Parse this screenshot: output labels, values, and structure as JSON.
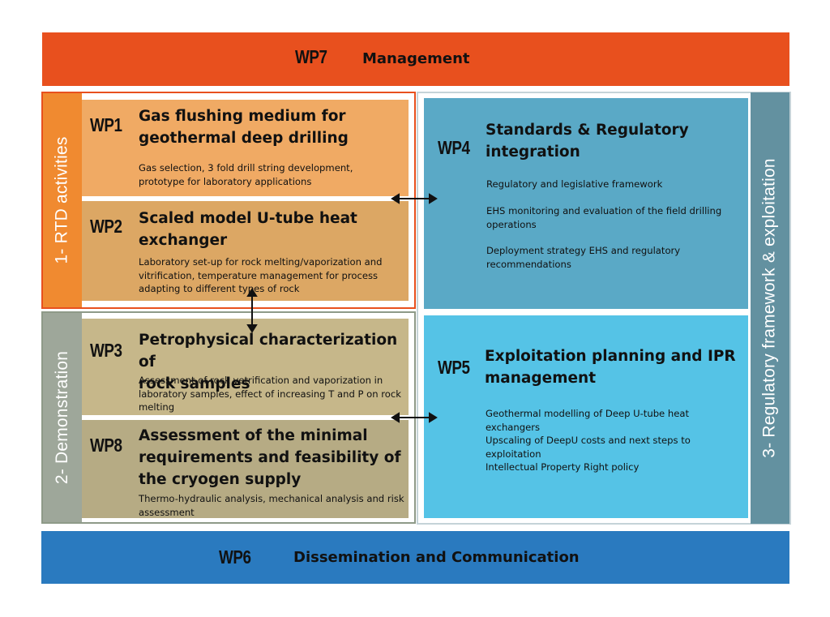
{
  "colors": {
    "wp7": "#e8501e",
    "wp6": "#2a7abf",
    "rtd_side": "#f08a30",
    "rtd_border": "#e8501e",
    "demo_side": "#9ea79a",
    "demo_border": "#8e9a88",
    "reg_side": "#6391a0",
    "wp1": "#f0aa64",
    "wp2": "#dca764",
    "wp3": "#c6b78a",
    "wp8": "#b6ab84",
    "wp4": "#5aa9c6",
    "wp5": "#55c3e6",
    "arrow": "#111111"
  },
  "wp7": {
    "code": "WP7",
    "title": "Management"
  },
  "wp6": {
    "code": "WP6",
    "title": "Dissemination and Communication"
  },
  "side_labels": {
    "rtd": "1- RTD activities",
    "demo": "2- Demonstration",
    "regulatory": "3- Regulatory framework & exploitation"
  },
  "wp1": {
    "code": "WP1",
    "title_lines": [
      "Gas flushing medium for",
      "geothermal deep drilling"
    ],
    "desc_lines": [
      "Gas selection, 3 fold drill string development,",
      "prototype for laboratory applications"
    ]
  },
  "wp2": {
    "code": "WP2",
    "title_lines": [
      "Scaled model U-tube heat",
      "exchanger"
    ],
    "desc_lines": [
      "Laboratory set-up for rock melting/vaporization and",
      "vitrification, temperature management for process",
      "adapting to different types of rock"
    ]
  },
  "wp3": {
    "code": "WP3",
    "title_lines": [
      "Petrophysical characterization of",
      "rock samples"
    ],
    "desc_lines": [
      "Assessment of rock vetrification and vaporization in",
      "laboratory samples, effect of increasing T and P on rock",
      "melting"
    ]
  },
  "wp8": {
    "code": "WP8",
    "title_lines": [
      "Assessment of the minimal",
      "requirements and feasibility of",
      "the cryogen supply"
    ],
    "desc_lines": [
      "Thermo-hydraulic analysis, mechanical analysis and risk",
      "assessment"
    ]
  },
  "wp4": {
    "code": "WP4",
    "title_lines": [
      "Standards & Regulatory",
      "integration"
    ],
    "items": [
      [
        "Regulatory and legislative framework"
      ],
      [
        "EHS monitoring and evaluation of the field drilling",
        "operations"
      ],
      [
        "Deployment strategy EHS and regulatory",
        "recommendations"
      ]
    ]
  },
  "wp5": {
    "code": "WP5",
    "title_lines": [
      "Exploitation planning and IPR",
      "management"
    ],
    "items": [
      [
        "Geothermal modelling of Deep U-tube heat exchangers"
      ],
      [
        "Upscaling of DeepU costs and next steps to exploitation"
      ],
      [
        "Intellectual Property Right policy"
      ]
    ]
  }
}
